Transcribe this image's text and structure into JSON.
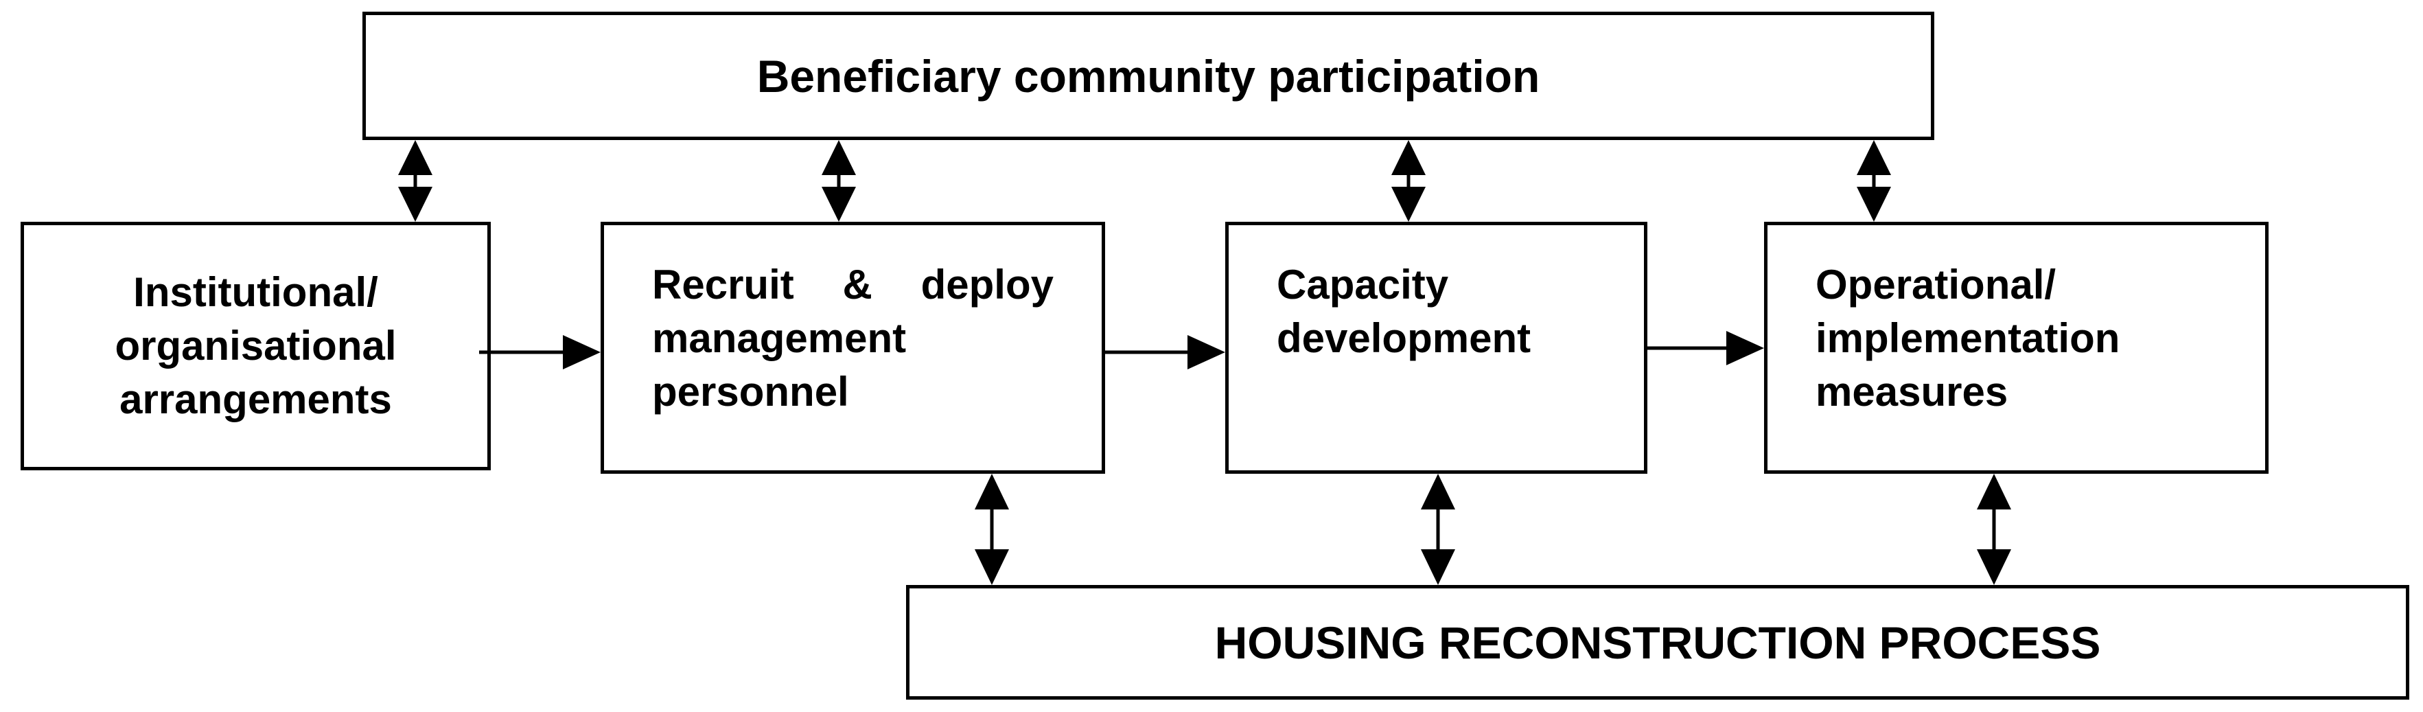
{
  "top_box": {
    "label": "Beneficiary community participation"
  },
  "bottom_box": {
    "label": "HOUSING RECONSTRUCTION PROCESS"
  },
  "steps": [
    {
      "lines": [
        "Institutional/",
        "organisational",
        "arrangements"
      ]
    },
    {
      "lines": [
        "Recruit & deploy",
        "management",
        "personnel"
      ]
    },
    {
      "lines": [
        "Capacity",
        "development"
      ]
    },
    {
      "lines": [
        "Operational/",
        "implementation",
        "measures"
      ]
    }
  ],
  "colors": {
    "stroke": "#000000",
    "fill": "#ffffff",
    "text": "#000000"
  }
}
